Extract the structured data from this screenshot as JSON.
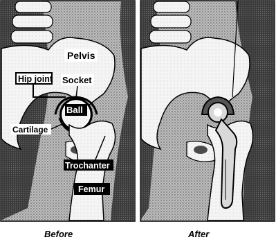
{
  "labels": {
    "pelvis": "Pelvis",
    "hip_joint": "Hip joint",
    "socket": "Socket",
    "ball": "Ball",
    "cartilage": "Cartilage",
    "trochanter": "Trochanter",
    "femur": "Femur"
  },
  "captions": {
    "before": "Before",
    "after": "After"
  },
  "colors": {
    "ink": "#000000",
    "bone": "#f2f2f2",
    "tissue": "#4a4a4a",
    "background": "#b8b8b8",
    "implant": "#d9d9d9"
  }
}
